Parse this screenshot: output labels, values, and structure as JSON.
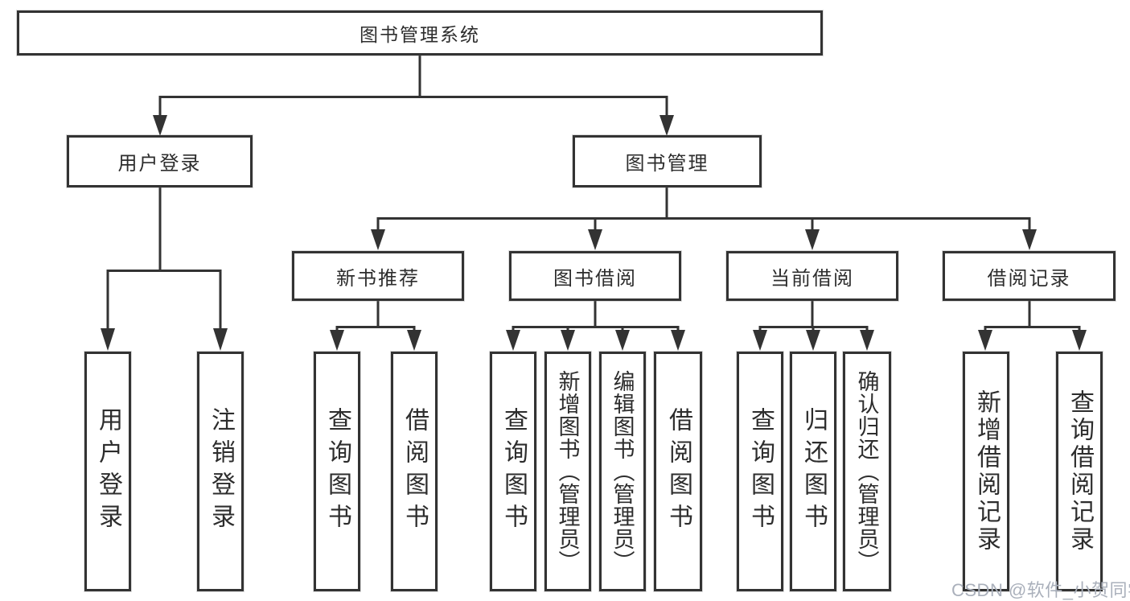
{
  "tree": {
    "root": "图书管理系统",
    "branches": [
      {
        "label": "用户登录",
        "children": [
          "用户登录",
          "注销登录"
        ]
      },
      {
        "label": "图书管理",
        "groups": [
          {
            "label": "新书推荐",
            "children": [
              "查询图书",
              "借阅图书"
            ]
          },
          {
            "label": "图书借阅",
            "children": [
              "查询图书",
              "新增图书（管理员）",
              "编辑图书（管理员）",
              "借阅图书"
            ]
          },
          {
            "label": "当前借阅",
            "children": [
              "查询图书",
              "归还图书",
              "确认归还（管理员）"
            ]
          },
          {
            "label": "借阅记录",
            "children": [
              "新增借阅记录",
              "查询借阅记录"
            ]
          }
        ]
      }
    ]
  },
  "watermark": "CSDN @软件_小贺同学",
  "colors": {
    "line": "#333333",
    "text": "#2d2d2d",
    "watermark": "#aab0bb",
    "background": "#ffffff"
  }
}
